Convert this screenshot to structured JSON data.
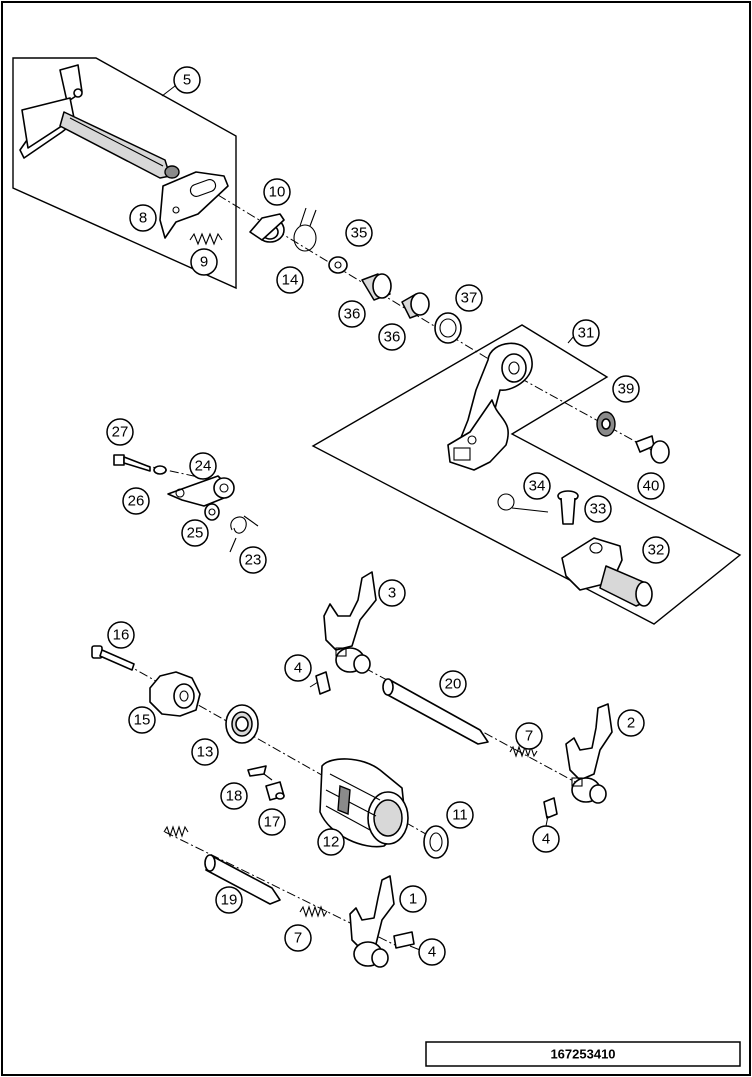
{
  "drawing_number": "167253410",
  "callouts": {
    "c1": "1",
    "c2": "2",
    "c3": "3",
    "c4a": "4",
    "c4b": "4",
    "c4c": "4",
    "c5": "5",
    "c7a": "7",
    "c7b": "7",
    "c8": "8",
    "c9": "9",
    "c10": "10",
    "c11": "11",
    "c12": "12",
    "c13": "13",
    "c14": "14",
    "c15": "15",
    "c16": "16",
    "c17": "17",
    "c18": "18",
    "c19": "19",
    "c20": "20",
    "c23": "23",
    "c24": "24",
    "c25": "25",
    "c26": "26",
    "c27": "27",
    "c31": "31",
    "c32": "32",
    "c33": "33",
    "c34": "34",
    "c35": "35",
    "c36a": "36",
    "c36b": "36",
    "c37": "37",
    "c39": "39",
    "c40": "40"
  }
}
